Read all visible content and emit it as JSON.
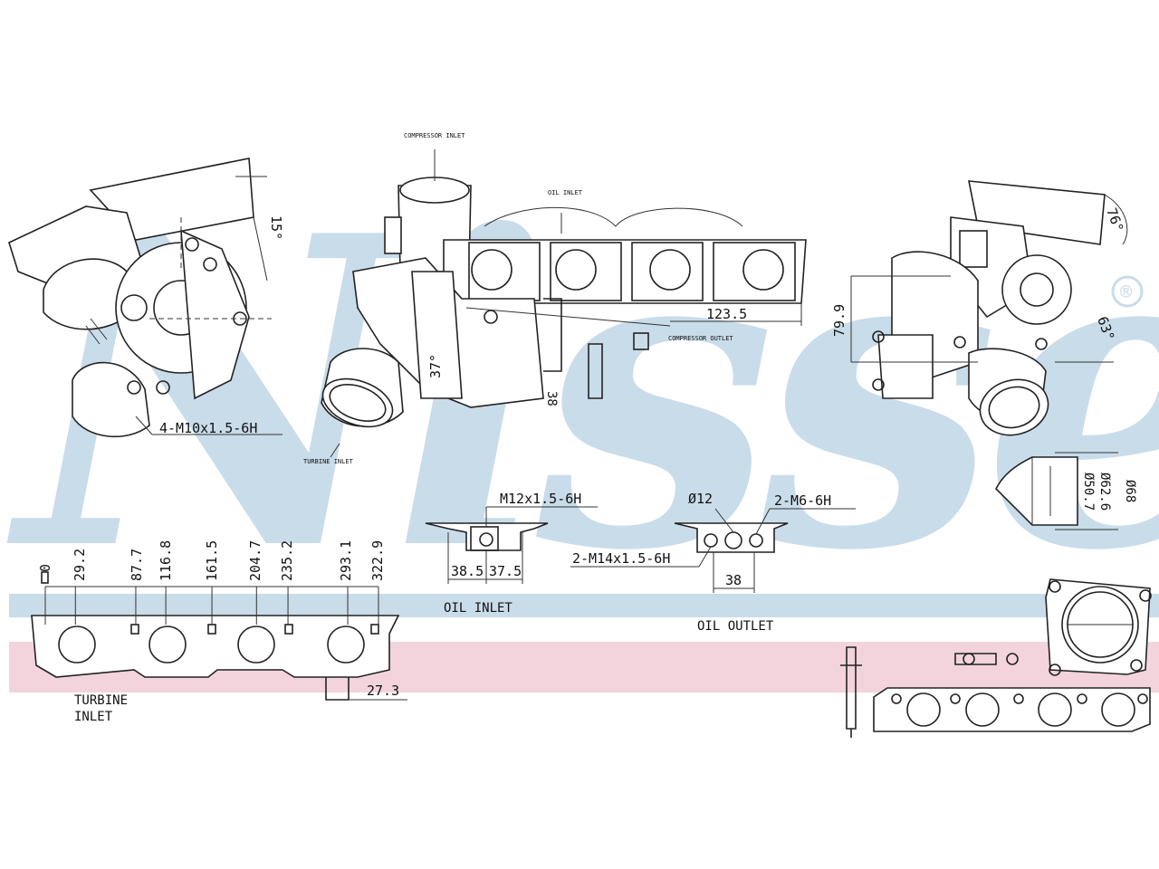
{
  "watermark": {
    "text": "Nissens",
    "registered": "®",
    "color": "#c9dcea"
  },
  "bands": {
    "blue": "#c9dcea",
    "pink": "#f3d4dc"
  },
  "left_view": {
    "angle": "15°",
    "thread": "4-M10x1.5-6H"
  },
  "center_view": {
    "length": "123.5",
    "angle": "37°",
    "size_a": "38",
    "tiny_labels": [
      "COMPRESSOR INLET",
      "TURBINE INLET",
      "COMPRESSOR OUTLET",
      "OIL INLET"
    ]
  },
  "right_view": {
    "height": "79.9",
    "angle_a": "76°",
    "angle_b": "63°",
    "diam_a": "Ø50.7",
    "diam_b": "Ø62.6",
    "diam_c": "Ø68"
  },
  "oil_inlet": {
    "thread": "M12x1.5-6H",
    "width_a": "38.5",
    "width_b": "37.5",
    "label": "OIL INLET"
  },
  "oil_outlet": {
    "diam": "Ø12",
    "thread_a": "2-M6-6H",
    "thread_b": "2-M14x1.5-6H",
    "width": "38",
    "label": "OIL OUTLET"
  },
  "turbine_inlet": {
    "positions": [
      "0",
      "29.2",
      "87.7",
      "116.8",
      "161.5",
      "204.7",
      "235.2",
      "293.1",
      "322.9"
    ],
    "offset": "27.3",
    "label_line1": "TURBINE",
    "label_line2": "INLET"
  }
}
